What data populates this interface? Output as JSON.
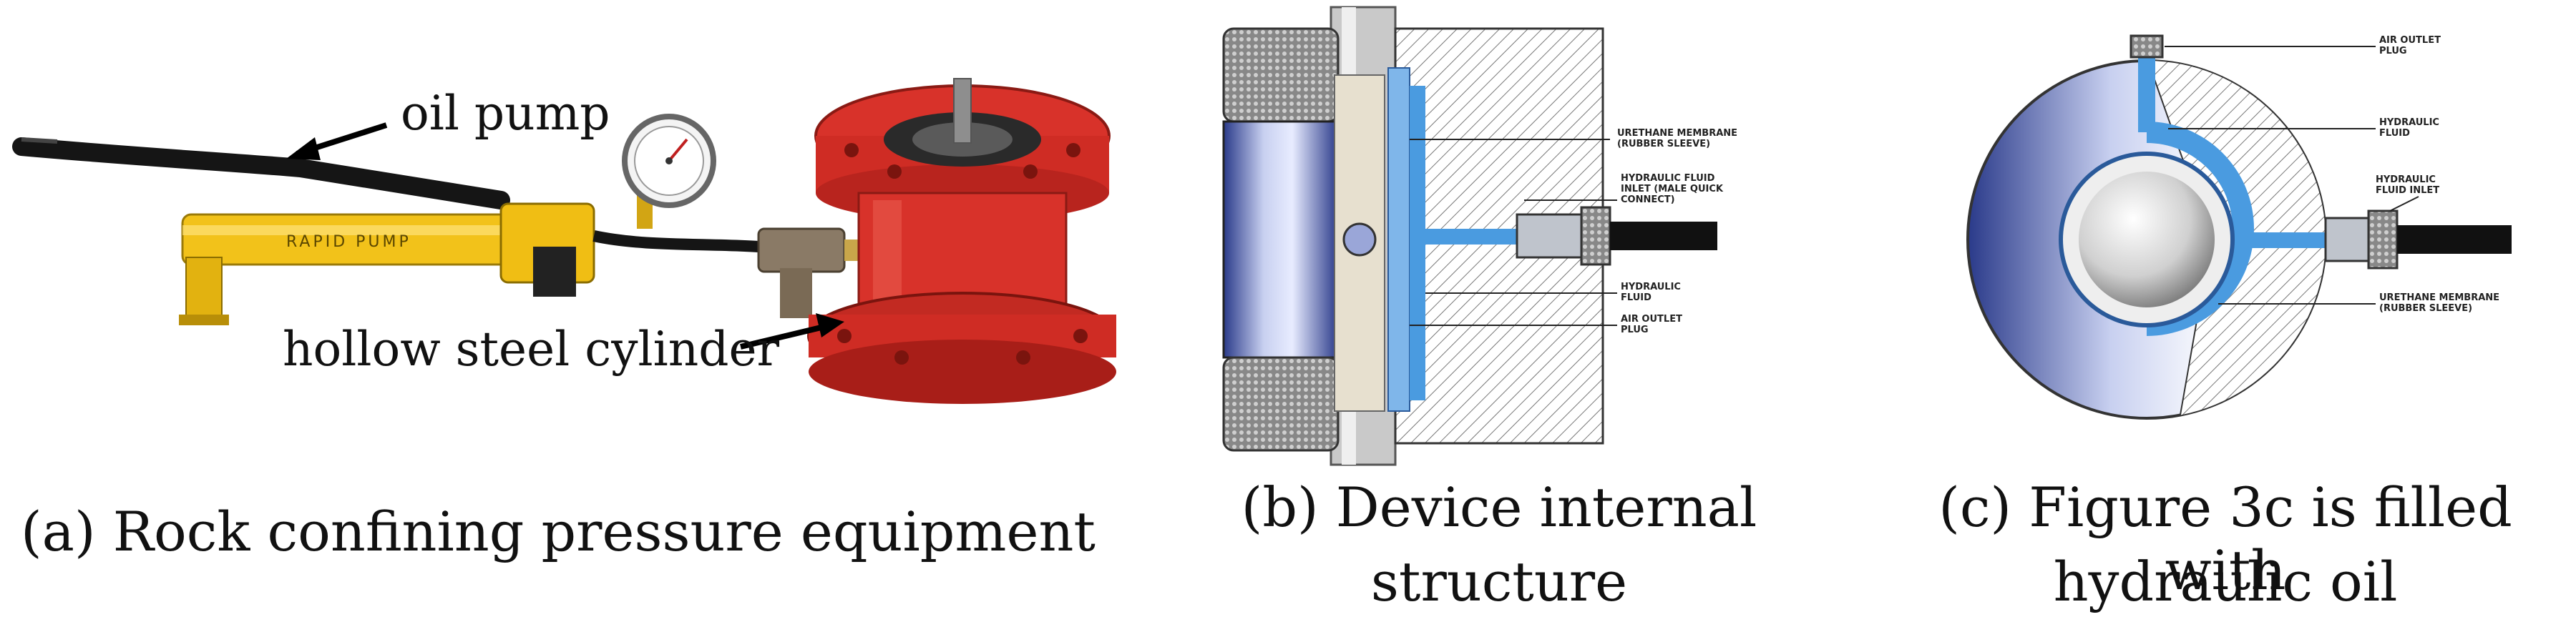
{
  "panel_a": {
    "caption": "(a) Rock confining pressure equipment",
    "label_pump": "oil pump",
    "label_cylinder": "hollow steel cylinder"
  },
  "panel_b": {
    "caption_line1": "(b) Device internal",
    "caption_line2": "structure",
    "label_membrane_1": "URETHANE MEMBRANE",
    "label_membrane_2": "(RUBBER SLEEVE)",
    "label_inlet_1": "HYDRAULIC FLUID",
    "label_inlet_2": "INLET (MALE QUICK",
    "label_inlet_3": "CONNECT)",
    "label_fluid_1": "HYDRAULIC",
    "label_fluid_2": "FLUID",
    "label_plug_1": "AIR OUTLET",
    "label_plug_2": "PLUG"
  },
  "panel_c": {
    "caption_line1": "(c) Figure 3c is filled with",
    "caption_line2": "hydraulic oil",
    "label_plug_1": "AIR OUTLET",
    "label_plug_2": "PLUG",
    "label_fluid_1": "HYDRAULIC",
    "label_fluid_2": "FLUID",
    "label_inlet_1": "HYDRAULIC",
    "label_inlet_2": "FLUID INLET",
    "label_membrane_1": "URETHANE MEMBRANE",
    "label_membrane_2": "(RUBBER SLEEVE)"
  },
  "colors": {
    "cylinder_red": "#d8322a",
    "pump_yellow": "#f2c21a",
    "hydraulic_blue": "#4a9be0",
    "steel": "#b8bcc4"
  }
}
